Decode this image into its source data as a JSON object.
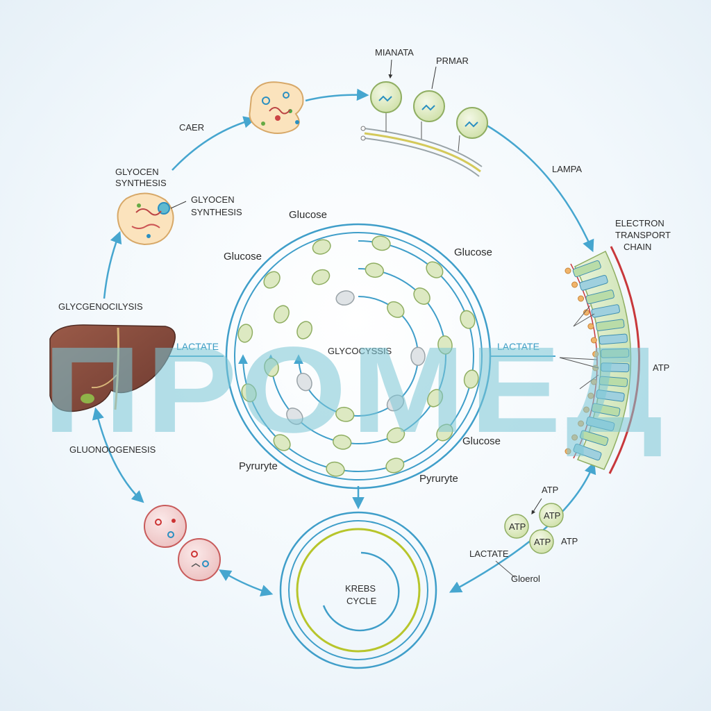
{
  "labels": {
    "caer": "CAER",
    "glyocen_synthesis_1": "GLYOCEN",
    "glyocen_synthesis_1b": "SYNTHESIS",
    "glyocen_synthesis_2": "GLYOCEN",
    "glyocen_synthesis_2b": "SYNTHESIS",
    "mianata": "MIANATA",
    "prmar": "PRMAR",
    "lampa": "LAMPA",
    "etc_1": "ELECTRON",
    "etc_2": "TRANSPORT",
    "etc_3": "CHAIN",
    "atp_right": "ATP",
    "glycogenocilysis": "GLYCGENOCILYSIS",
    "lactate_left": "LACTATE",
    "lactate_right": "LACTATE",
    "glycolysis_center": "GLYCOCYSSIS",
    "glucose_top": "Glucose",
    "glucose_left": "Glucose",
    "glucose_right": "Glucose",
    "glucose_bottom": "Glucose",
    "pyruryte_left": "Pyruryte",
    "pyruryte_right": "Pyruryte",
    "gluconeogenesis": "GLUONOOGENESIS",
    "krebs_1": "KREBS",
    "krebs_2": "CYCLE",
    "atp_a": "ATP",
    "atp_b": "ATP",
    "atp_c": "ATP",
    "atp_d": "ATP",
    "atp_e": "ATP",
    "lactate_bottom": "LACTATE",
    "gloerol": "Gloerol",
    "watermark": "ПРОМЕД"
  },
  "colors": {
    "arrow": "#46a6cf",
    "cycle_blue": "#3f9ec9",
    "molecule_green": "#dde9c2",
    "molecule_green_stroke": "#8fae62",
    "molecule_grey": "#dfe3e6",
    "liver": "#8a4b3d",
    "krebs_yellow": "#b7c52b",
    "membrane_red": "#c8383b",
    "watermark_blue": "#7cc7d6",
    "watermark_red": "#e8737a"
  }
}
